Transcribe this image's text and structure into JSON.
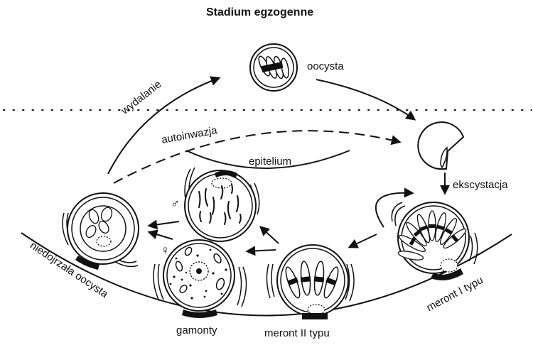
{
  "title": "Stadium egzogenne",
  "labels": {
    "oocysta": "oocysta",
    "wydalanie": "wydalanie",
    "autoinwazja": "autoinwazja",
    "epitelium": "epitelium",
    "ekscystacja": "ekscystacja",
    "meront_I": "meront I typu",
    "meront_II": "meront II typu",
    "gamonty": "gamonty",
    "niedojrzala_oocysta": "niedojrzała oocysta",
    "male_symbol": "♂",
    "female_symbol": "♀"
  },
  "colors": {
    "ink": "#111111",
    "background": "#ffffff"
  }
}
